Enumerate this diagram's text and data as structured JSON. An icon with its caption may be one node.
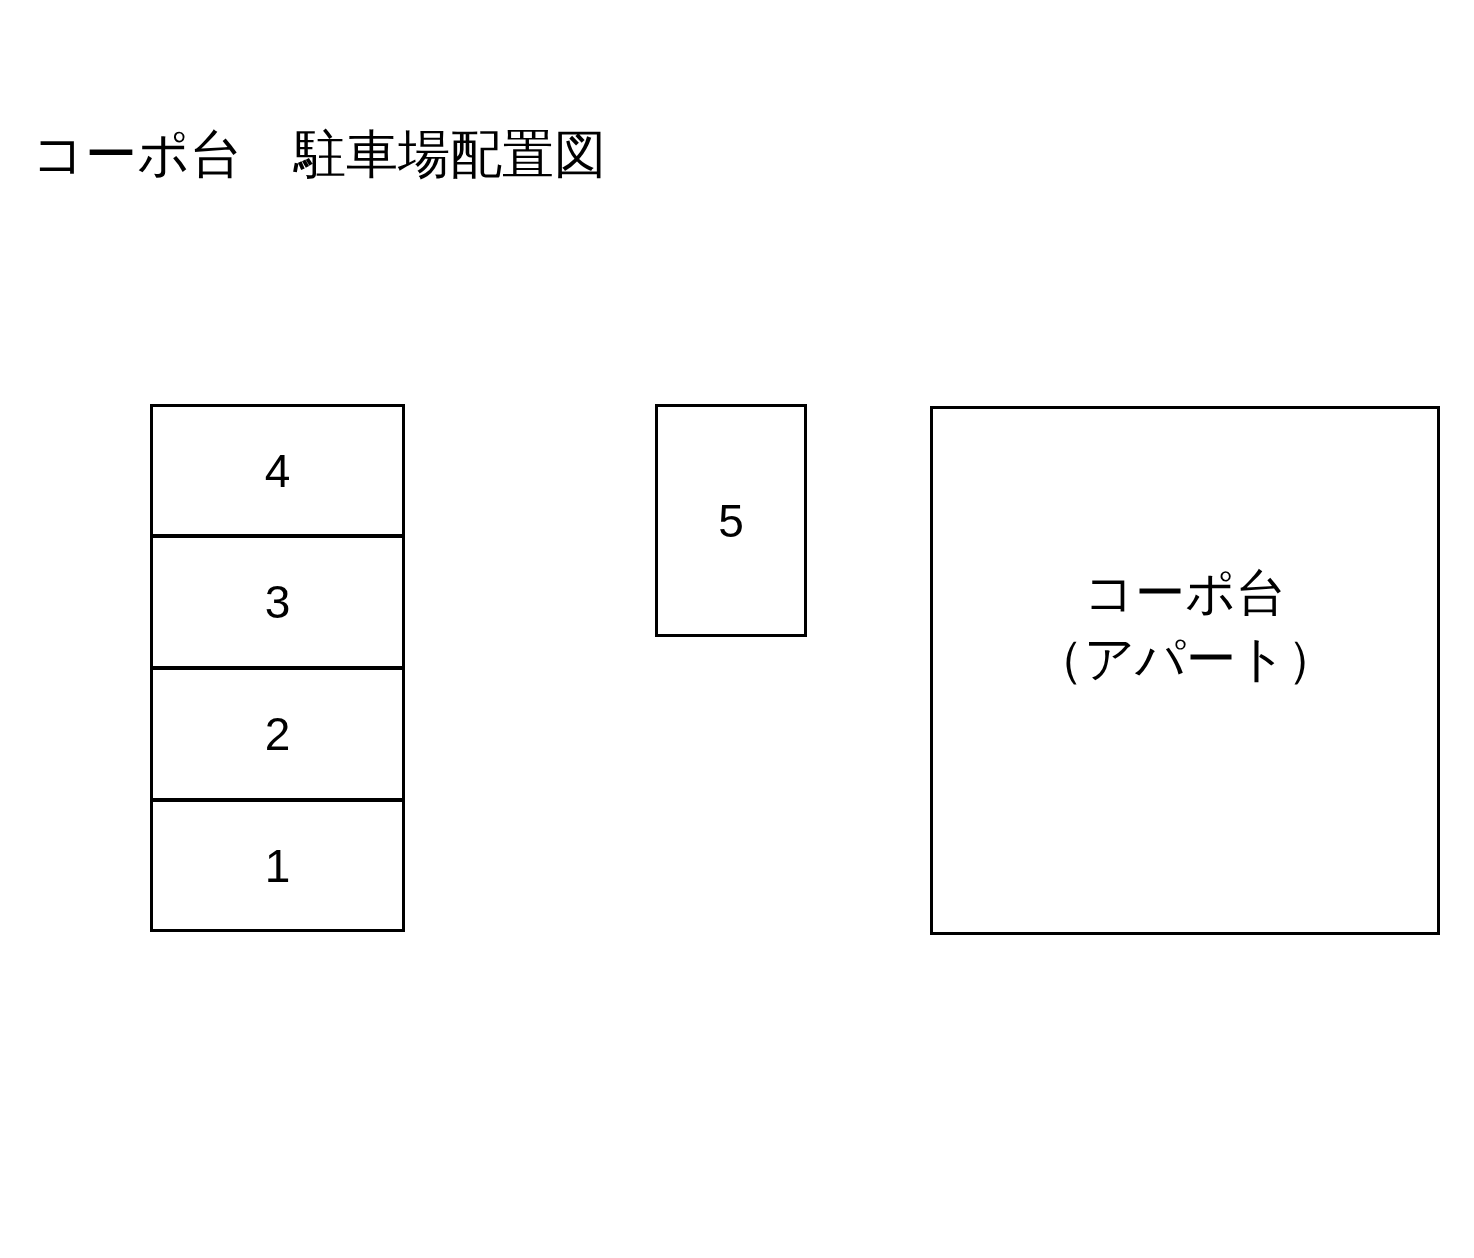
{
  "diagram": {
    "title": "コーポ台　駐車場配置図",
    "nodes": [
      {
        "text": [
          "4"
        ]
      },
      {
        "text": [
          "3"
        ]
      },
      {
        "text": [
          "2"
        ]
      },
      {
        "text": [
          "1"
        ]
      },
      {
        "text": [
          "5"
        ]
      },
      {
        "text": [
          "コーポ台",
          "（アパート）"
        ]
      }
    ]
  }
}
